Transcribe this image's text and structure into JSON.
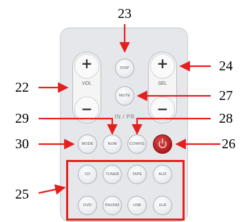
{
  "remote": {
    "vol": {
      "plus": "+",
      "label": "VOL",
      "minus": "−"
    },
    "sel": {
      "plus": "+",
      "label": "SEL",
      "minus": "−"
    },
    "disp": "DISP",
    "mute": "MUTE",
    "in_pr": "IN / PR",
    "mode": "MODE",
    "num": "NUM",
    "config": "CONFIG",
    "sources": [
      "CD",
      "TUNER",
      "TAPE",
      "AUX",
      "DVD",
      "PHONO",
      "USB",
      "XLR"
    ]
  },
  "callouts": {
    "c22": "22",
    "c23": "23",
    "c24": "24",
    "c25": "25",
    "c26": "26",
    "c27": "27",
    "c28": "28",
    "c29": "29",
    "c30": "30"
  },
  "colors": {
    "panel": "#e6e7ea",
    "highlight_box": "#e61e1e",
    "power": "#b01a1a"
  }
}
